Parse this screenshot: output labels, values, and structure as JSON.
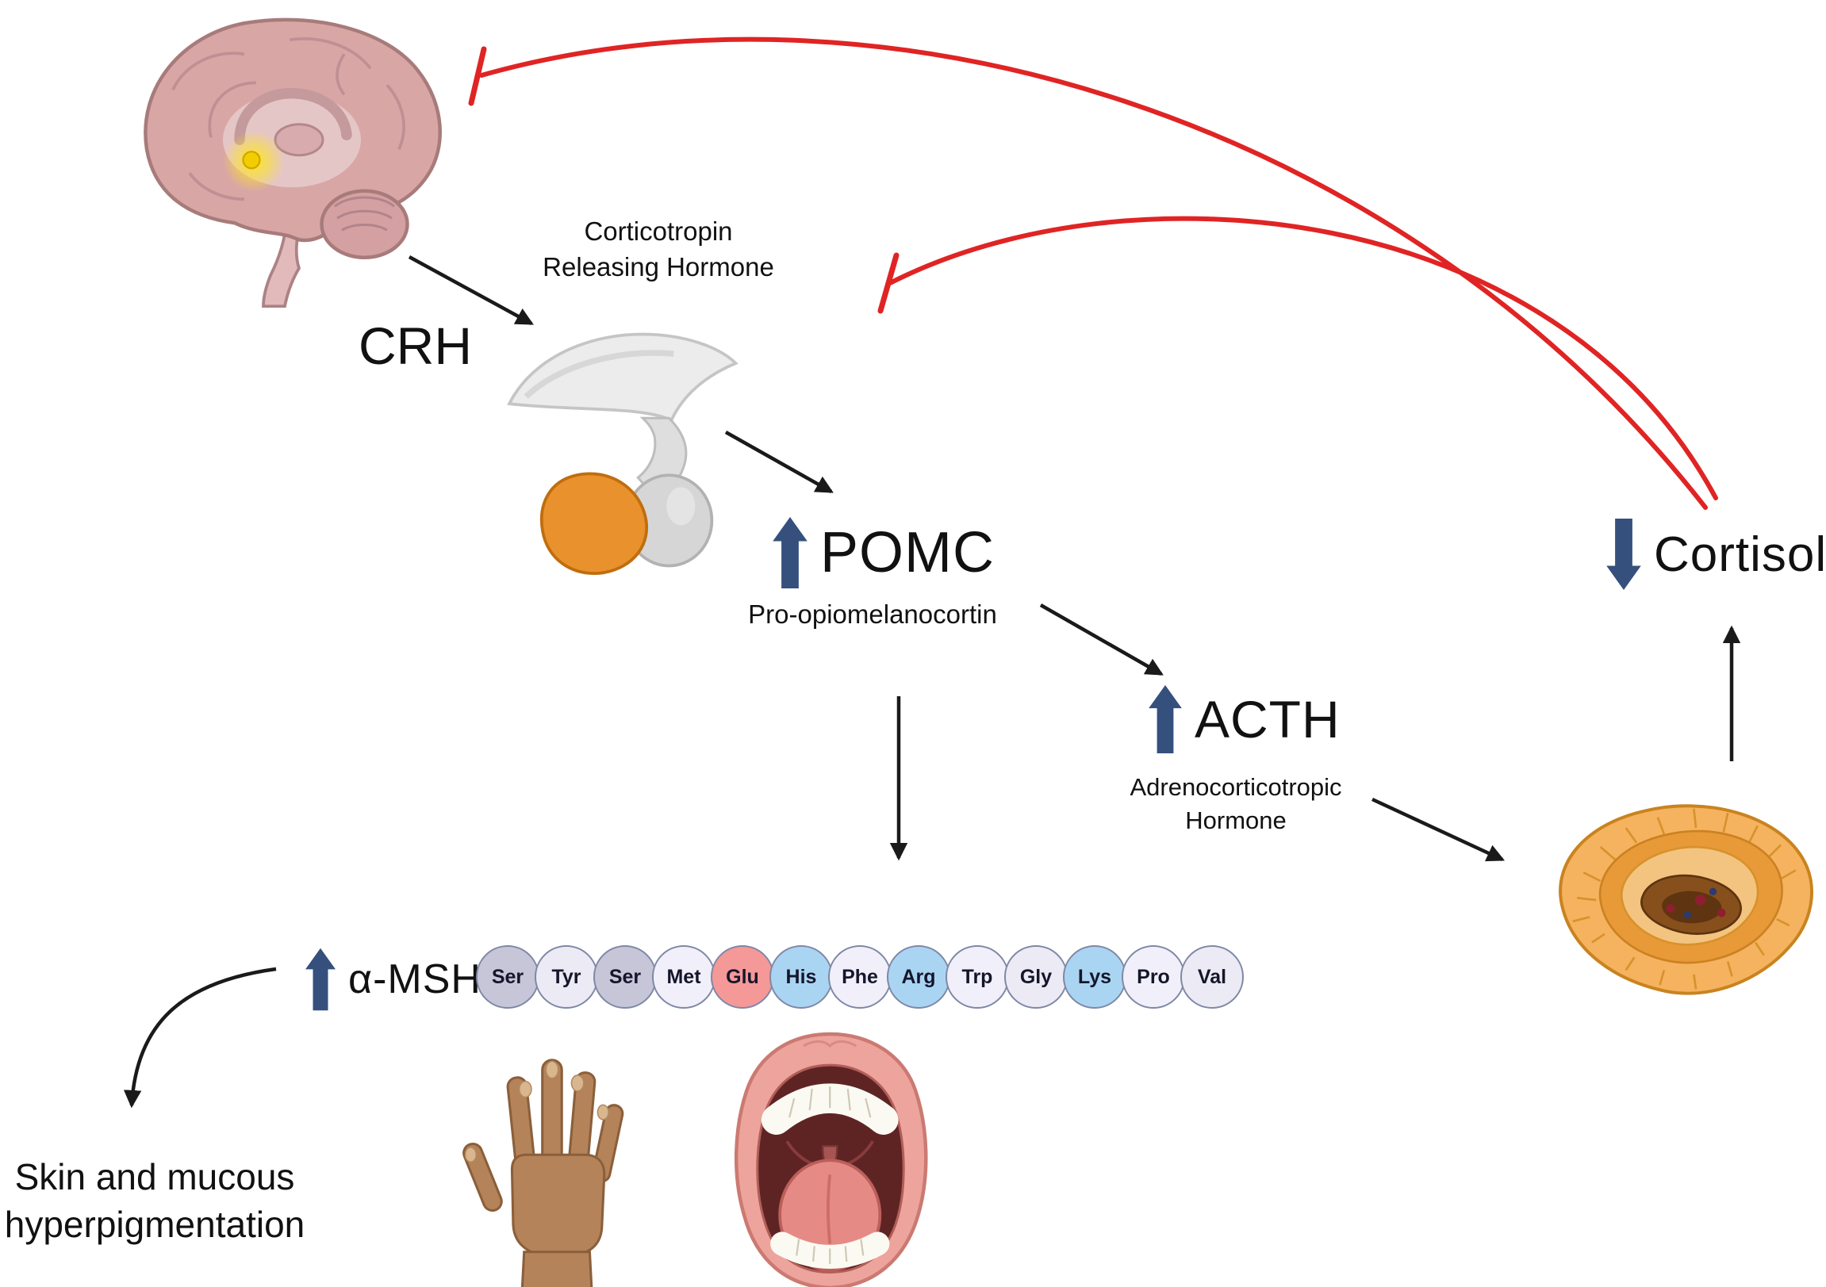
{
  "labels": {
    "crh_abbr": "CRH",
    "crh_full_line1": "Corticotropin",
    "crh_full_line2": "Releasing Hormone",
    "pomc_abbr": "POMC",
    "pomc_direction": "up",
    "pomc_full": "Pro-opiomelanocortin",
    "acth_abbr": "ACTH",
    "acth_direction": "up",
    "acth_full_line1": "Adrenocorticotropic",
    "acth_full_line2": "Hormone",
    "cortisol_label": "Cortisol",
    "cortisol_direction": "down",
    "amsh_label": "α-MSH",
    "amsh_direction": "up",
    "outcome_line1": "Skin and mucous",
    "outcome_line2": "hyperpigmentation"
  },
  "amino_chain": {
    "residues": [
      {
        "label": "Ser",
        "color": "#c6c6d8"
      },
      {
        "label": "Tyr",
        "color": "#eceaf4"
      },
      {
        "label": "Ser",
        "color": "#c6c6d8"
      },
      {
        "label": "Met",
        "color": "#f1eff9"
      },
      {
        "label": "Glu",
        "color": "#f59898"
      },
      {
        "label": "His",
        "color": "#aad5f2"
      },
      {
        "label": "Phe",
        "color": "#f1eff9"
      },
      {
        "label": "Arg",
        "color": "#aad5f2"
      },
      {
        "label": "Trp",
        "color": "#f1eff9"
      },
      {
        "label": "Gly",
        "color": "#eceaf4"
      },
      {
        "label": "Lys",
        "color": "#aad5f2"
      },
      {
        "label": "Pro",
        "color": "#f1eff9"
      },
      {
        "label": "Val",
        "color": "#eceaf4"
      }
    ]
  },
  "colors": {
    "inhibition_line": "#e02424",
    "stimulation_line": "#1a1a1a",
    "level_arrow": "#35507d"
  },
  "illustrations": {
    "brain": "brain-sagittal-with-hypothalamus-highlight",
    "pituitary": "pituitary-gland",
    "adrenal": "adrenal-gland",
    "hand": "hyperpigmented-hand",
    "mouth": "open-mouth-mucosa"
  }
}
